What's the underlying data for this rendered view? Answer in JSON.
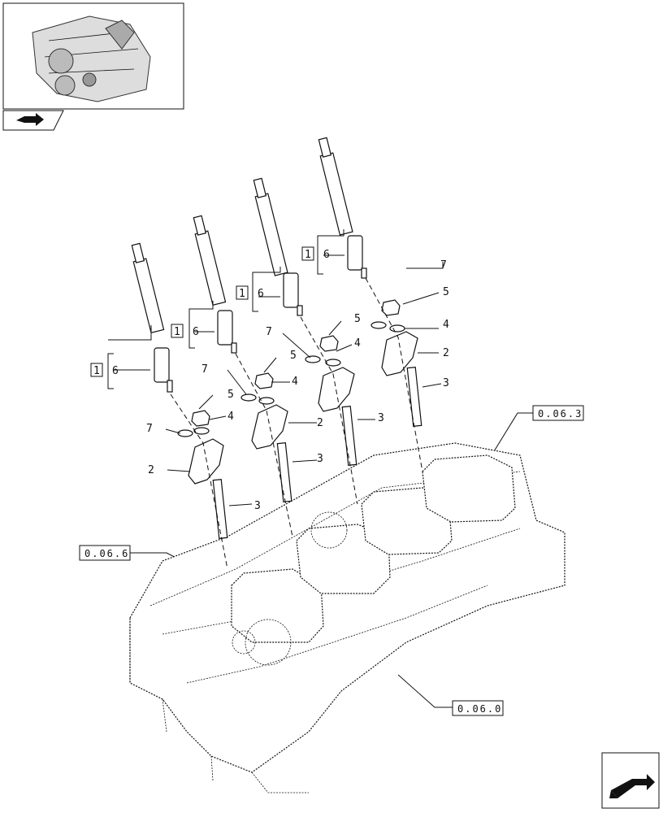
{
  "reference_labels": {
    "ref_top_right": "0.06.3",
    "ref_left": "0.06.6",
    "ref_bottom": "0.06.0"
  },
  "callouts": {
    "one": "1",
    "two": "2",
    "three": "3",
    "four": "4",
    "five": "5",
    "six": "6",
    "seven": "7"
  },
  "icons": {
    "thumbnail": "engine-thumbnail-icon",
    "top_left_nav": "book-arrow-icon",
    "bottom_right_nav": "next-page-arrow-icon"
  }
}
